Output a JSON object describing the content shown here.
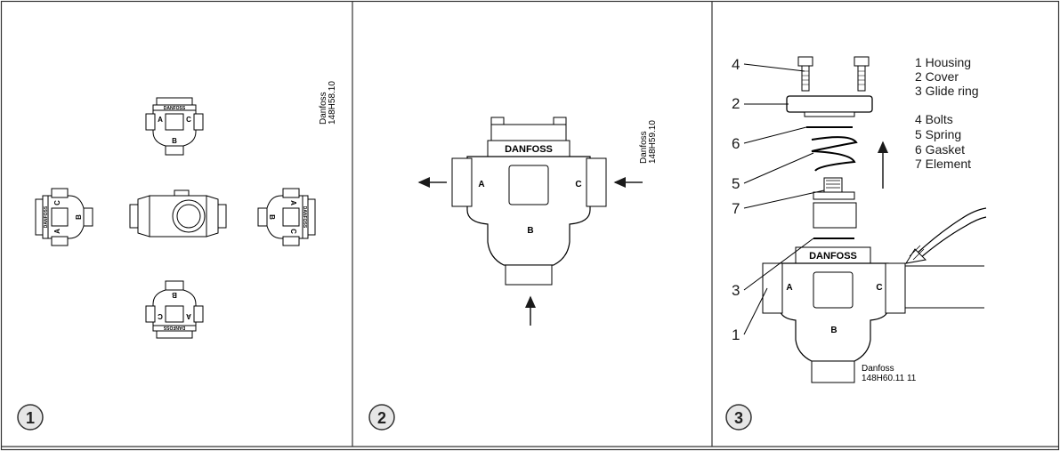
{
  "panels": [
    {
      "badge": "1",
      "code": "Danfoss\n148H58.10"
    },
    {
      "badge": "2",
      "code": "Danfoss\n148H59.10"
    },
    {
      "badge": "3",
      "code": "Danfoss\n148H60.11 11"
    }
  ],
  "ports": {
    "a": "A",
    "b": "B",
    "c": "C"
  },
  "brand": "DANFOSS",
  "callouts": [
    "1",
    "2",
    "3",
    "4",
    "5",
    "6",
    "7"
  ],
  "legend": [
    "1 Housing",
    "2 Cover",
    "3 Glide ring",
    "4 Bolts",
    "5 Spring",
    "6 Gasket",
    "7 Element"
  ],
  "colors": {
    "line": "#1a1a1a",
    "badge_fill": "#e6e6e6",
    "border": "#333333"
  }
}
